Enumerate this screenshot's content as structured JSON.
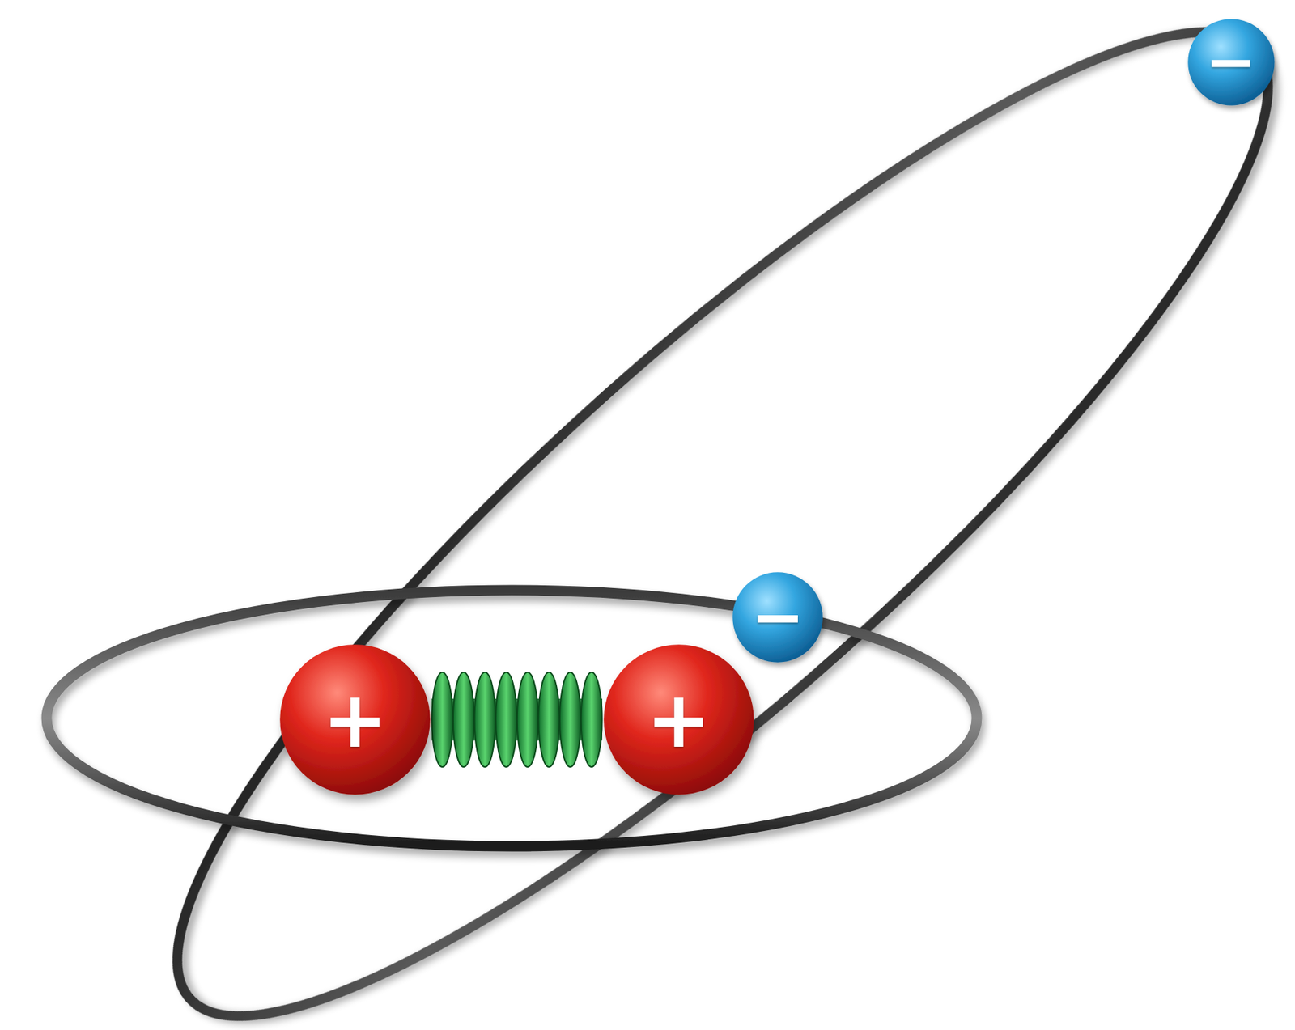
{
  "diagram": {
    "nodes": [
      {
        "text": [
          "−"
        ]
      },
      {
        "text": [
          "−"
        ]
      },
      {
        "text": [
          "+"
        ]
      },
      {
        "text": [
          "+"
        ]
      }
    ],
    "edges": [
      {
        "from": 2,
        "to": 3,
        "arrow": "none"
      }
    ]
  }
}
